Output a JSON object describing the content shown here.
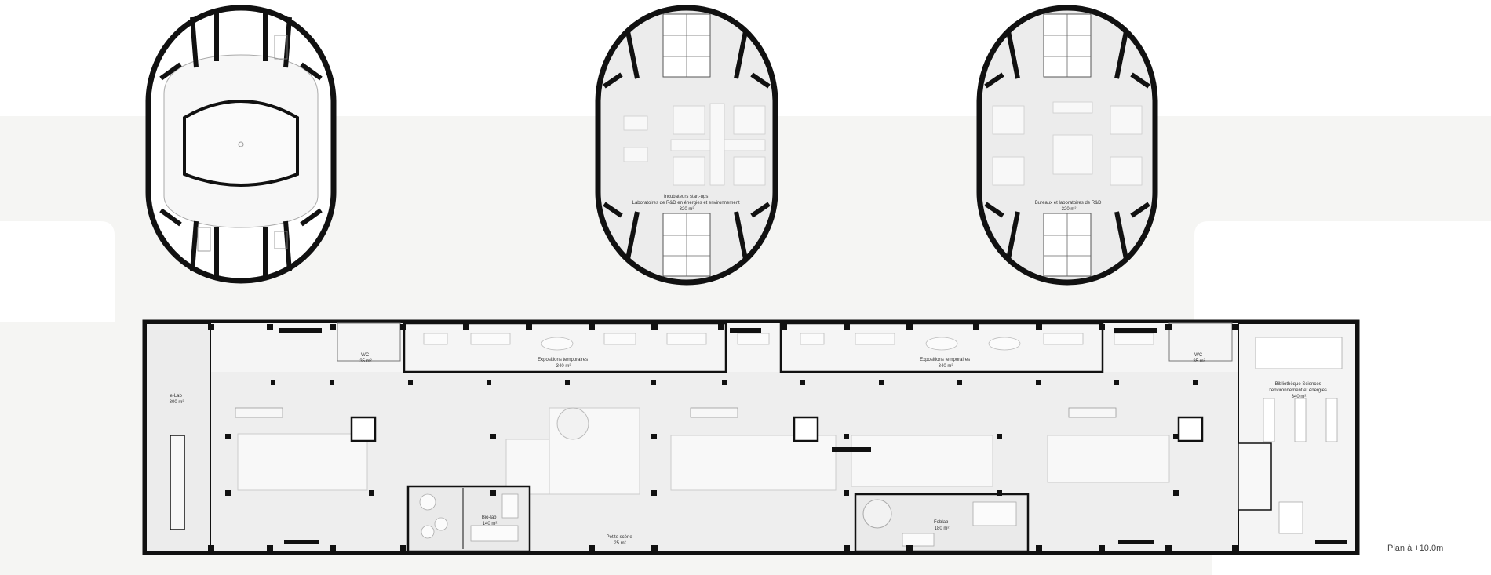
{
  "plan_title": "Plan à +10.0m",
  "colors": {
    "wall": "#111111",
    "floor": "#eeeeee",
    "ground": "#f5f5f3",
    "furniture": "#d6d6d6"
  },
  "towers": [
    {
      "id": "tower-left",
      "lines": []
    },
    {
      "id": "tower-center",
      "lines": [
        "Incubateurs start-ups",
        "Laboratoires de R&D en énergies et environnement",
        "320 m²"
      ]
    },
    {
      "id": "tower-right",
      "lines": [
        "Bureaux et laboratoires de R&D",
        "320 m²"
      ]
    }
  ],
  "rooms": [
    {
      "id": "elab",
      "lines": [
        "e-Lab",
        "300 m²"
      ]
    },
    {
      "id": "wc-left",
      "lines": [
        "WC",
        "35 m²"
      ]
    },
    {
      "id": "expo-left",
      "lines": [
        "Expositions temporaires",
        "340 m²"
      ]
    },
    {
      "id": "expo-right",
      "lines": [
        "Expositions temporaires",
        "340 m²"
      ]
    },
    {
      "id": "wc-right",
      "lines": [
        "WC",
        "35 m²"
      ]
    },
    {
      "id": "biblio",
      "lines": [
        "Bibliothèque Sciences",
        "l'environnement et énergies",
        "340 m²"
      ]
    },
    {
      "id": "biolab",
      "lines": [
        "Bio-lab",
        "140 m²"
      ]
    },
    {
      "id": "petite-scene",
      "lines": [
        "Petite scène",
        "25 m²"
      ]
    },
    {
      "id": "foblab",
      "lines": [
        "Foblab",
        "180 m²"
      ]
    }
  ]
}
